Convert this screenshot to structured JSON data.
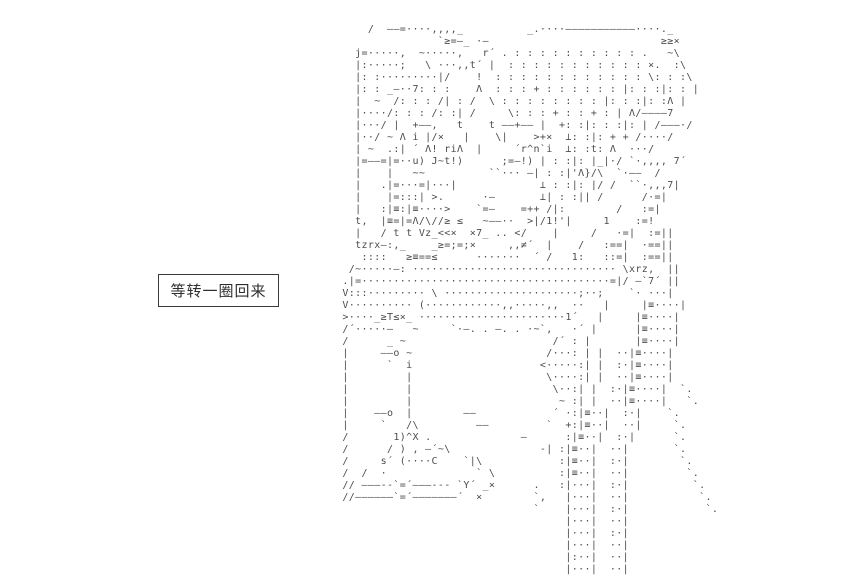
{
  "page": {
    "background": "#ffffff",
    "art_color": "#4d4d4d",
    "box_border_color": "#3a3a3a"
  },
  "speech_box": {
    "text": "等转一圈回来"
  },
  "ascii_art": {
    "lines": [
      "     /  ——=····,,,,_          _.····———————————····._",
      "                `≥=—_ ·—                           ≥≥×",
      "   j=·····,  ~·····,   r´ . : : : : : : : : : : .   ~\\",
      "   |:·····;   \\ ···,,t´ |  : : : : : : : : : : : ×.  :\\",
      "   |: :·········|/    !  : : : : : : : : : : : : \\: : :\\",
      "   |: : _—··7: : :    Λ  : : : + : : : : : : |: : :|: : |",
      "   |  ~  /: : : /| : /  \\ : : : : : : : : |: : :|: :Λ |",
      "   |····/: : : /: :| /     \\: : : + : : + : | Λ/————7",
      "   |···/ |  +——,   t    t ——+—— |  +: :|: : :|: | /———·/",
      "   |··/ ~ Λ i |/×   |    \\|    >+×  ⊥: :|: + + /····/",
      "   | ~  .:| ´ Λ! riΛ  |     ´r^n`i  ⊥: :t: Λ  ···/",
      "   |=——=|=··u) J~t!)      ;=–!) | : :|: |_|·/ `·,,,, 7´",
      "   |    |   ~~          ``··· —| : :|'Λ}/\\  `·—–  /",
      "   |   .|=···=|···|             ⊥ : :|: |/ /  ``·,,,7|",
      "   |    |=:::| >.      ·–       ⊥| : :|| /      /·=|",
      "   |   :|≡:|≡····>    `=–    =++ /|:        /   :=|",
      "   t,  |≡=|=Λ/\\//≥ ≤   ~——··  >|/1!'|     1    :=!",
      "   |   / t t Vz_<<×  ×7_ .. </    |     /   ·=|  :=||",
      "   tzrx–:,_    _≥=;=;×     ,,≠´  |    /   :==|  ·==||",
      "    ::::   ≥≡==≤      ·······  ´ /   1:   ::=|  :==||",
      "  /~·····—: ································ \\xrz,  ||",
      " .|=·······································=|/ —`7´ ||",
      " V:::········· \\ ·····················;··;    `· ···|",
      " V·········· (············,,·····,,  ··   |     |≡····|",
      " >····_≥T≤×_ ·······················1´   |     |≡····|",
      " /´·····—   ~     `·–. . —. . ·~`,   ·´ |      |≡····|",
      " /      _ ~                       /´ : |       |≡····|",
      " |     ——o ~                     /···: | |  ··|≡····|",
      " |      `  i                    <·····:| |  :·|≡····|",
      " |         |                     \\····:| |  ··|≡····|",
      " |         |                      \\··:| |  :·|≡····|  `.",
      " |         |                       ~ :| |  ··|≡····|   `.",
      " |    ——o  |        ——            ´ ·:|≡··|  :·|    `.",
      " |     `   /\\         ——         `  +:|≡··|  ··|     `.",
      " /       1)^X .              –      :|≡··|  :·|      `.",
      " /      / ) , —´~\\              -| :|≡··|  ··|       `.",
      " /     s´ (····C    `|\\            :|≡··|  :·|        `.",
      " /  /  ·              ` \\          :|≡··|  ··|         `.",
      " // ——–--`=´——–--- `Y´ _×      .   :|···|  :·|          `.",
      " //——————`=´——————–´  ×        `,   |···|  ··|           `.",
      "                               `    |···|  :·|            `.",
      "                                    |···|  ··|",
      "                                    |···|  :·|",
      "                                    |···|  ··|",
      "                                    |:··|  ··|",
      "                                    |···|  ··|"
    ]
  }
}
